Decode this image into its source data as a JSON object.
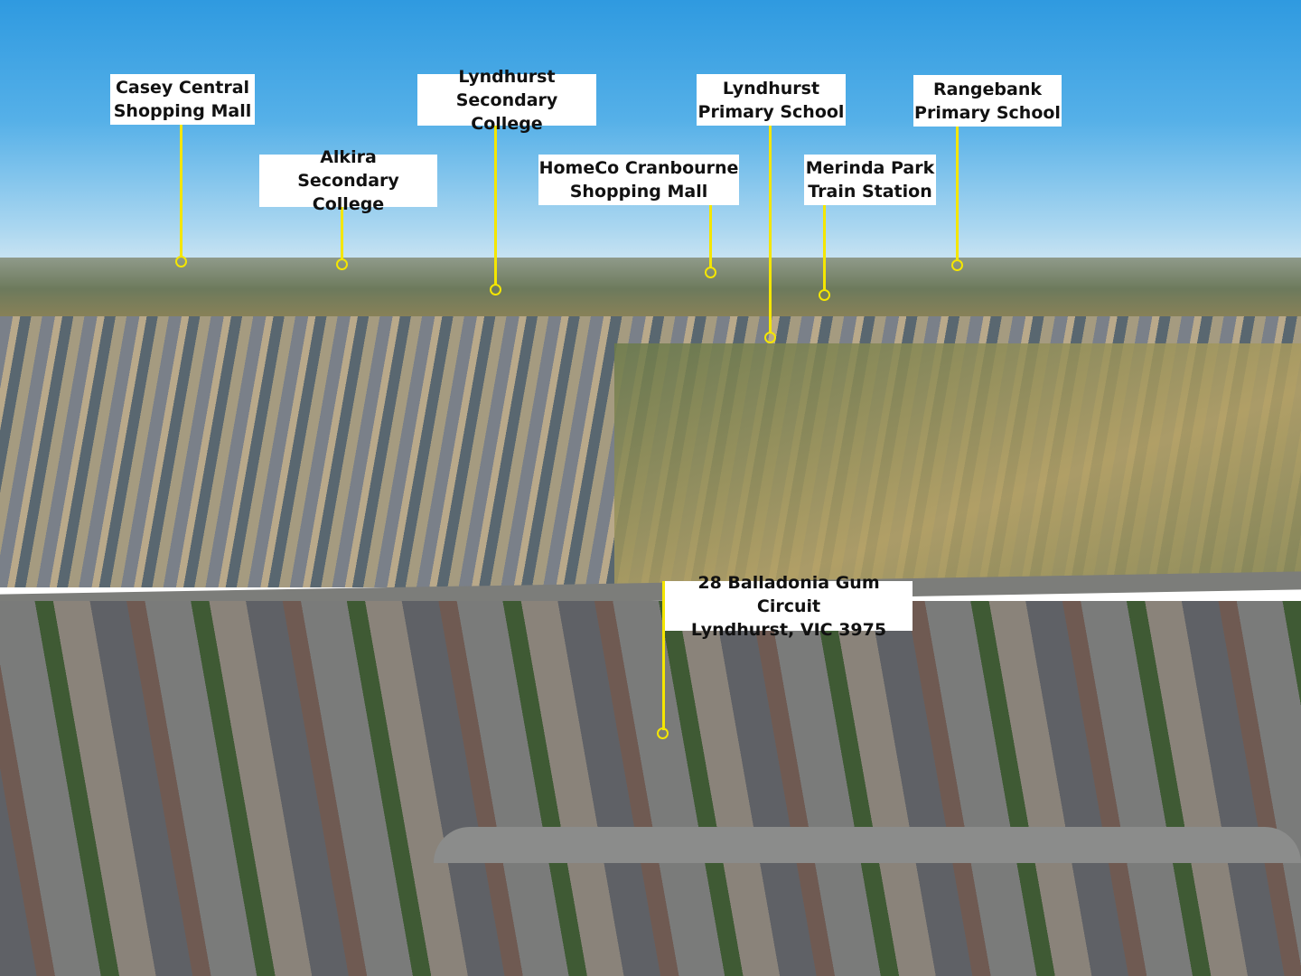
{
  "image": {
    "description_type": "aerial photograph",
    "accent_color": "#f4e600"
  },
  "labels": [
    {
      "id": "casey",
      "text": "Casey Central\nShopping Mall"
    },
    {
      "id": "alkira",
      "text": "Alkira\nSecondary College"
    },
    {
      "id": "lyndhurst-sec",
      "text": "Lyndhurst\nSecondary College"
    },
    {
      "id": "homeco",
      "text": "HomeCo Cranbourne\nShopping Mall"
    },
    {
      "id": "lyndhurst-pri",
      "text": "Lyndhurst\nPrimary School"
    },
    {
      "id": "merinda",
      "text": "Merinda Park\nTrain Station"
    },
    {
      "id": "rangebank",
      "text": "Rangebank\nPrimary School"
    }
  ],
  "address": {
    "line1": "28 Balladonia Gum Circuit",
    "line2": "Lyndhurst, VIC 3975"
  }
}
